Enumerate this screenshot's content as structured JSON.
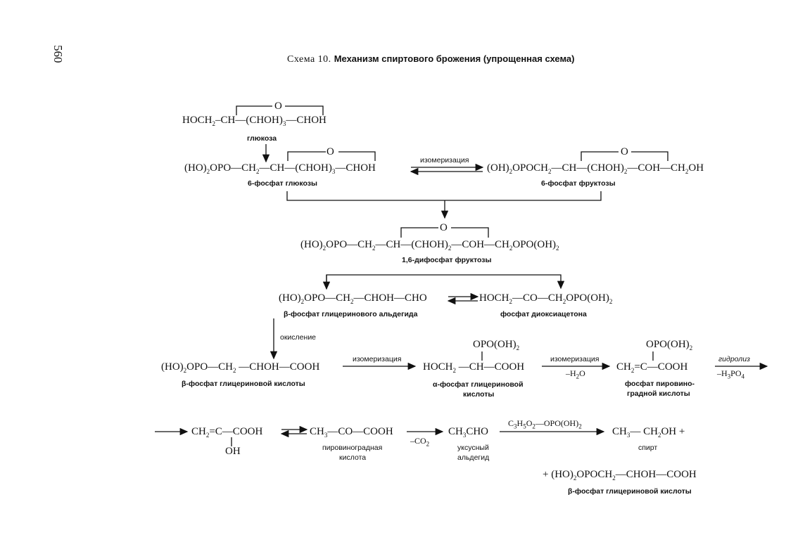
{
  "page_number": "560",
  "caption": {
    "prefix": "Схема 10.",
    "title": "Механизм спиртового брожения (упрощенная схема)"
  },
  "glucose": {
    "formula_html": "HOCH<sub>2</sub>–CH—(CHOH)<sub>3</sub>—CHOH",
    "ring_o": "O",
    "label": "глюкоза"
  },
  "g6p": {
    "formula_html": "(HO)<sub>2</sub>OPO—CH<sub>2</sub>—CH—(CHOH)<sub>3</sub>—CHOH",
    "ring_o": "O",
    "label": "6-фосфат глюкозы"
  },
  "iso1": {
    "label": "изомеризация"
  },
  "f6p": {
    "formula_html": "(OH)<sub>2</sub>OPOCH<sub>2</sub>—CH—(CHOH)<sub>2</sub>—COH—CH<sub>2</sub>OH",
    "ring_o": "O",
    "label": "6-фосфат фруктозы"
  },
  "fbp": {
    "formula_html": "(HO)<sub>2</sub>OPO—CH<sub>2</sub>—CH—(CHOH)<sub>2</sub>—COH—CH<sub>2</sub>OPO(OH)<sub>2</sub>",
    "ring_o": "O",
    "label": "1,6-дифосфат фруктозы"
  },
  "gap": {
    "formula_html": "(HO)<sub>2</sub>OPO—CH<sub>2</sub>—CHOH—CHO",
    "label": "β-фосфат глицеринового альдегида"
  },
  "dhap": {
    "formula_html": "HOCH<sub>2</sub>—CO—CH<sub>2</sub>OPO(OH)<sub>2</sub>",
    "label": "фосфат диоксиацетона"
  },
  "oxidation": {
    "label": "окисление"
  },
  "pg3": {
    "formula_html": "(HO)<sub>2</sub>OPO—CH<sub>2</sub> —CHOH—COOH",
    "label": "β-фосфат глицериновой кислоты"
  },
  "iso2": {
    "label": "изомеризация"
  },
  "pg2": {
    "top_html": "OPO(OH)<sub>2</sub>",
    "formula_html": "HOCH<sub>2</sub> —CH—COOH",
    "label_line1": "α-фосфат глицериновой",
    "label_line2": "кислоты"
  },
  "iso3": {
    "label": "изомеризация",
    "below_html": "–H<sub>2</sub>O"
  },
  "pep": {
    "top_html": "OPO(OH)<sub>2</sub>",
    "formula_html": "CH<sub>2</sub>=C—COOH",
    "label_line1": "фосфат пировино-",
    "label_line2": "градной кислоты"
  },
  "hydrolysis": {
    "label": "гидролиз",
    "below_html": "–H<sub>3</sub>PO<sub>4</sub>"
  },
  "enolpyr": {
    "formula_html": "CH<sub>2</sub>=C—COOH",
    "bottom": "OH"
  },
  "pyruvate": {
    "formula_html": "CH<sub>3</sub>—CO—COOH",
    "label_line1": "пировиноградная",
    "label_line2": "кислота"
  },
  "decarb": {
    "below_html": "–CO<sub>2</sub>"
  },
  "acetaldehyde": {
    "formula_html": "CH<sub>3</sub>CHO",
    "label_line1": "уксусный",
    "label_line2": "альдегид"
  },
  "reduction": {
    "above_html": "C<sub>3</sub>H<sub>5</sub>O<sub>2</sub>—OPO(OH)<sub>2</sub>"
  },
  "ethanol": {
    "formula_html": "CH<sub>3</sub>— CH<sub>2</sub>OH  +",
    "label": "спирт"
  },
  "byproduct": {
    "formula_html": "+ (HO)<sub>2</sub>OPOCH<sub>2</sub>—CHOH—COOH",
    "label": "β-фосфат глицериновой кислоты"
  }
}
